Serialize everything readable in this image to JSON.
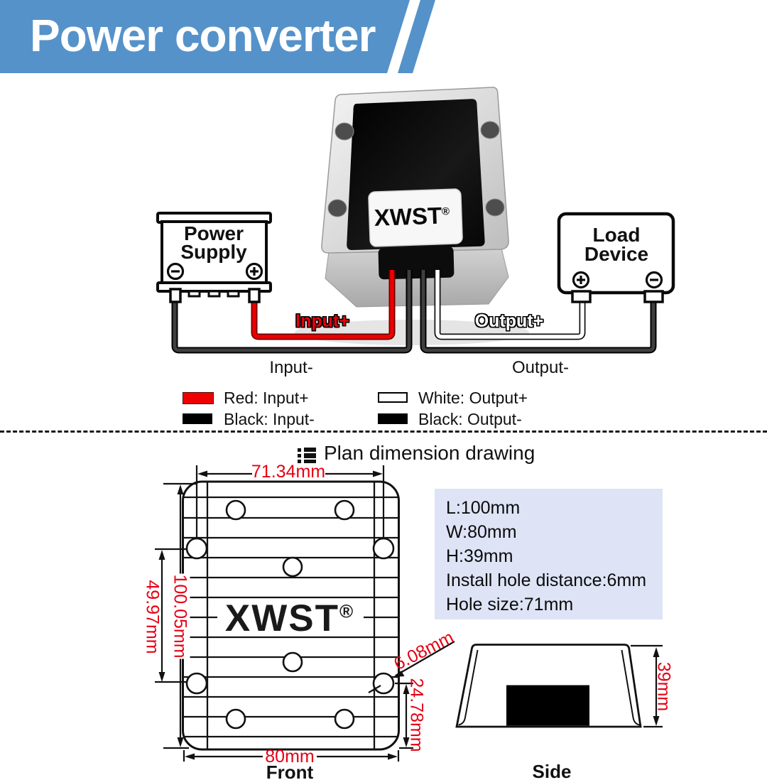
{
  "banner": {
    "title": "Power converter",
    "bg_color": "#5592c9"
  },
  "photo": {
    "brand": "XWST",
    "reg": "®"
  },
  "wiring": {
    "power_supply": {
      "line1": "Power",
      "line2": "Supply"
    },
    "load_device": {
      "line1": "Load",
      "line2": "Device"
    },
    "wire_labels": {
      "input_plus": "Input+",
      "output_plus": "Output+",
      "input_minus": "Input-",
      "output_minus": "Output-"
    },
    "wire_colors": {
      "input_plus": "#e8000d",
      "input_minus": "#2a2a2a",
      "output_plus": "#ffffff",
      "output_minus": "#2a2a2a"
    }
  },
  "legend": {
    "items": [
      {
        "name": "red-input-plus",
        "swatch_color": "#ee0000",
        "label": "Red: Input+"
      },
      {
        "name": "black-input-minus",
        "swatch_color": "#000000",
        "label": "Black: Input-"
      },
      {
        "name": "white-output-plus",
        "swatch_color": "#ffffff",
        "label": "White: Output+"
      },
      {
        "name": "black-output-minus",
        "swatch_color": "#000000",
        "label": "Black: Output-"
      }
    ]
  },
  "dimensions": {
    "section_title": "Plan dimension drawing",
    "front": {
      "hole_distance_h": "71.34mm",
      "hole_distance_v": "49.97mm",
      "body_length": "100.05mm",
      "hole_offset": "6.08mm",
      "hole_to_bottom": "24.78mm",
      "body_width": "80mm",
      "view_label": "Front",
      "brand": "XWST",
      "reg": "®"
    },
    "specs": [
      "L:100mm",
      "W:80mm",
      "H:39mm",
      "Install hole distance:6mm",
      "Hole size:71mm"
    ],
    "side": {
      "height": "39mm",
      "view_label": "Side"
    }
  },
  "icons": {
    "plus_terminal": "circle-plus",
    "minus_terminal": "circle-minus",
    "plan_drawing": "grid-list"
  }
}
